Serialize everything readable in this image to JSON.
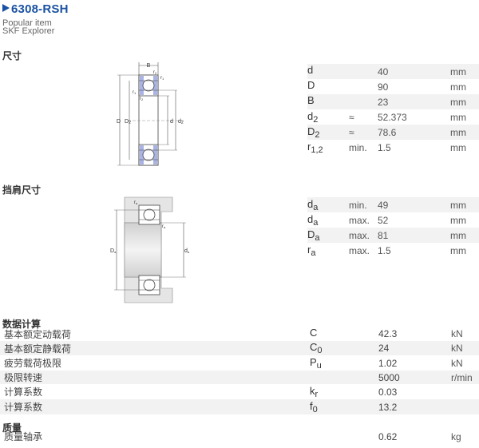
{
  "header": {
    "title": "6308-RSH",
    "subtitle_1": "Popular item",
    "subtitle_2": "SKF Explorer"
  },
  "sections": {
    "dimensions": "尺寸",
    "abutment": "挡肩尺寸",
    "calc_data": "数据计算",
    "mass": "质量"
  },
  "diagram1_labels": {
    "B": "B",
    "r2a": "r",
    "r2a_sub": "2",
    "r1a": "r",
    "r1a_sub": "1",
    "r1b": "r",
    "r1b_sub": "1",
    "r2b": "r",
    "r2b_sub": "2",
    "D": "D",
    "D2": "D",
    "D2_sub": "2",
    "d": "d",
    "d2": "d",
    "d2_sub": "2"
  },
  "diagram2_labels": {
    "ra1": "r",
    "ra1_sub": "a",
    "ra2": "r",
    "ra2_sub": "a",
    "Da": "D",
    "Da_sub": "a",
    "da": "d",
    "da_sub": "a"
  },
  "dimensions": [
    {
      "sym": "d",
      "sub": "",
      "qual": "",
      "value": "40",
      "unit": "mm"
    },
    {
      "sym": "D",
      "sub": "",
      "qual": "",
      "value": "90",
      "unit": "mm"
    },
    {
      "sym": "B",
      "sub": "",
      "qual": "",
      "value": "23",
      "unit": "mm"
    },
    {
      "sym": "d",
      "sub": "2",
      "qual": "≈",
      "value": "52.373",
      "unit": "mm"
    },
    {
      "sym": "D",
      "sub": "2",
      "qual": "≈",
      "value": "78.6",
      "unit": "mm"
    },
    {
      "sym": "r",
      "sub": "1,2",
      "qual": "min.",
      "value": "1.5",
      "unit": "mm"
    }
  ],
  "abutment": [
    {
      "sym": "d",
      "sub": "a",
      "qual": "min.",
      "value": "49",
      "unit": "mm"
    },
    {
      "sym": "d",
      "sub": "a",
      "qual": "max.",
      "value": "52",
      "unit": "mm"
    },
    {
      "sym": "D",
      "sub": "a",
      "qual": "max.",
      "value": "81",
      "unit": "mm"
    },
    {
      "sym": "r",
      "sub": "a",
      "qual": "max.",
      "value": "1.5",
      "unit": "mm"
    }
  ],
  "calc": [
    {
      "label": "基本额定动载荷",
      "sym": "C",
      "sub": "",
      "value": "42.3",
      "unit": "kN"
    },
    {
      "label": "基本额定静载荷",
      "sym": "C",
      "sub": "0",
      "value": "24",
      "unit": "kN"
    },
    {
      "label": "疲劳载荷极限",
      "sym": "P",
      "sub": "u",
      "value": "1.02",
      "unit": "kN"
    },
    {
      "label": "极限转速",
      "sym": "",
      "sub": "",
      "value": "5000",
      "unit": "r/min"
    },
    {
      "label": "计算系数",
      "sym": "k",
      "sub": "r",
      "value": "0.03",
      "unit": ""
    },
    {
      "label": "计算系数",
      "sym": "f",
      "sub": "0",
      "value": "13.2",
      "unit": ""
    }
  ],
  "mass": [
    {
      "label": "质量轴承",
      "sym": "",
      "sub": "",
      "value": "0.62",
      "unit": "kg"
    }
  ],
  "colors": {
    "title": "#1a52a3",
    "seal": "#a9b3e6",
    "row_alt": "#f2f2f2",
    "housing": "#e5e5e5"
  }
}
